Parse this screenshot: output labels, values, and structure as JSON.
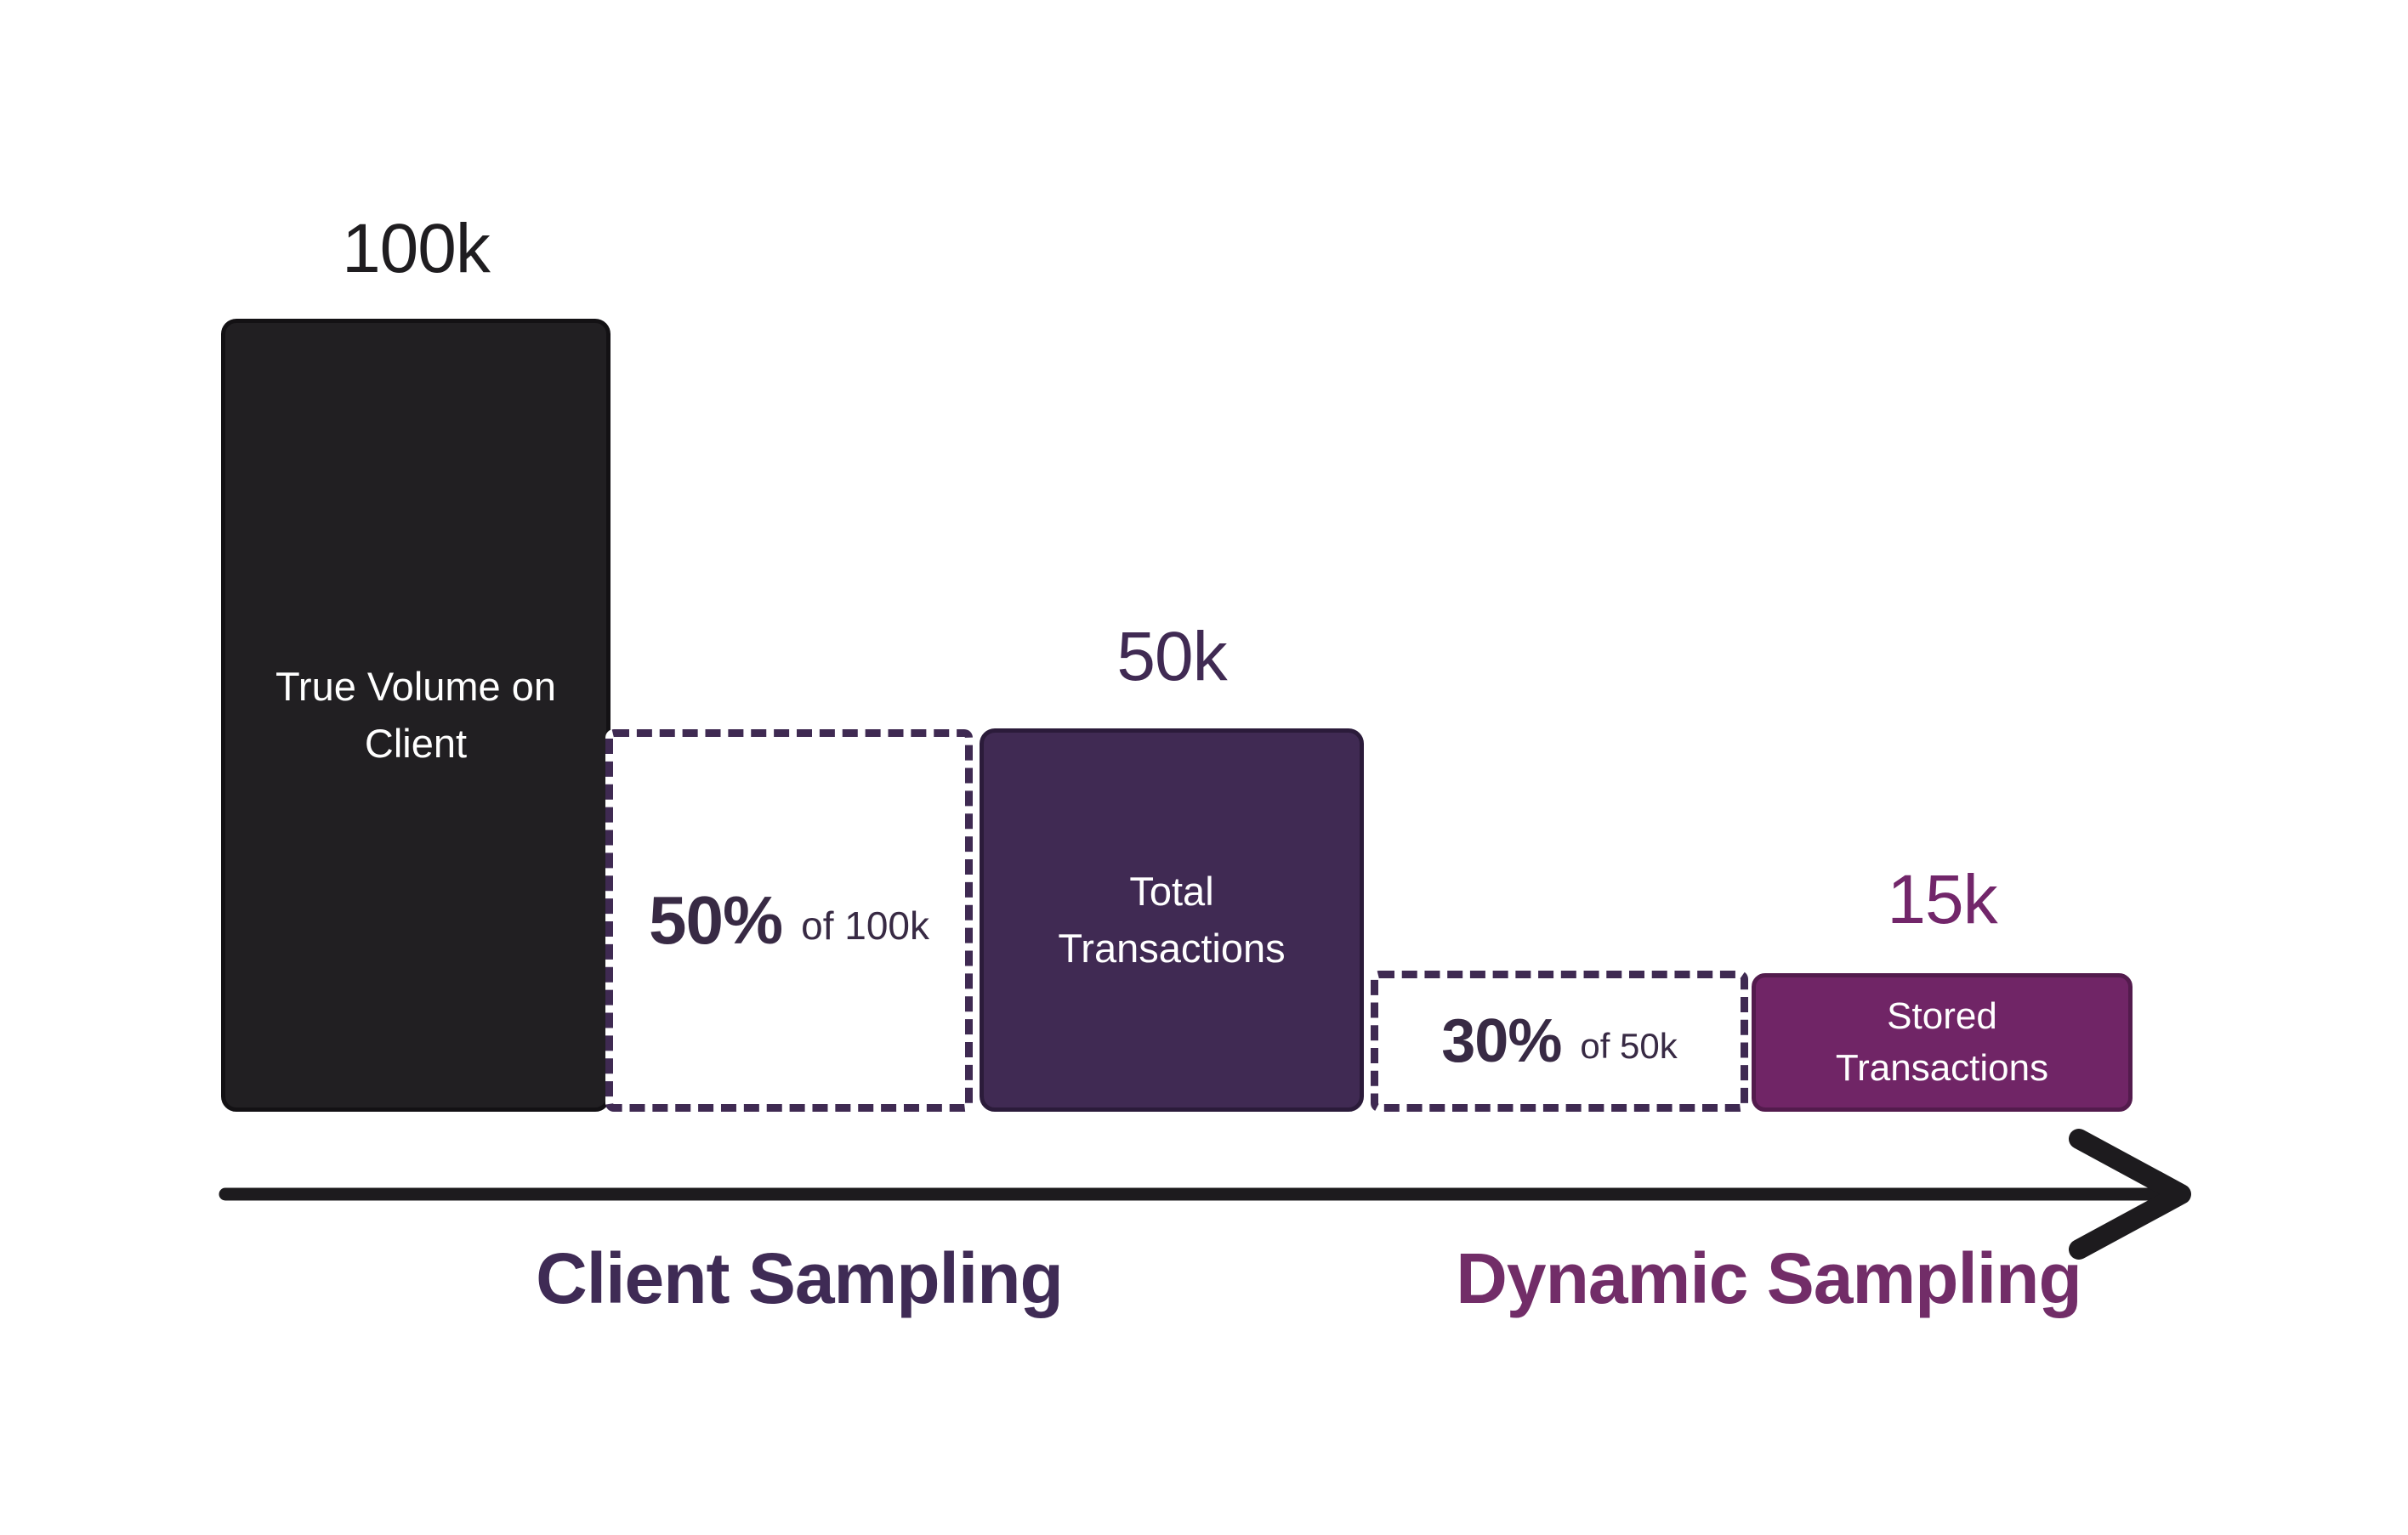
{
  "chart_data": {
    "type": "bar",
    "categories": [
      "True Volume on Client",
      "Client Sampling rate",
      "Total Transactions",
      "Dynamic Sampling rate",
      "Stored Transactions"
    ],
    "values": [
      100000,
      50000,
      50000,
      15000,
      15000
    ],
    "value_labels": [
      "100k",
      "50% of 100k",
      "50k",
      "30% of 50k",
      "15k"
    ],
    "title": "",
    "xlabel": "",
    "ylabel": "",
    "legend": "none",
    "grid": "off"
  },
  "colors": {
    "background": "#FFFFFF",
    "black_bar": "#211F22",
    "purple_bar": "#402A53",
    "magenta_bar": "#702566",
    "dashed_border": "#3F2A52",
    "percent_text": "#382A44",
    "value_100k": "#1F1D20",
    "value_50k": "#402A53",
    "value_15k": "#72266A",
    "client_sampling": "#3F2B55",
    "dynamic_sampling": "#722D68",
    "arrow": "#1D1B1E",
    "bar_text": "#FFFFFF"
  },
  "bars": {
    "true_volume": {
      "value": "100k",
      "label_line1": "True Volume on",
      "label_line2": "Client"
    },
    "client_rate": {
      "percent": "50%",
      "of": "of 100k"
    },
    "total": {
      "value": "50k",
      "label_line1": "Total",
      "label_line2": "Transactions"
    },
    "dynamic_rate": {
      "percent": "30%",
      "of": "of 50k"
    },
    "stored": {
      "value": "15k",
      "label_line1": "Stored",
      "label_line2": "Transactions"
    }
  },
  "axis": {
    "left": "Client Sampling",
    "right": "Dynamic Sampling"
  }
}
